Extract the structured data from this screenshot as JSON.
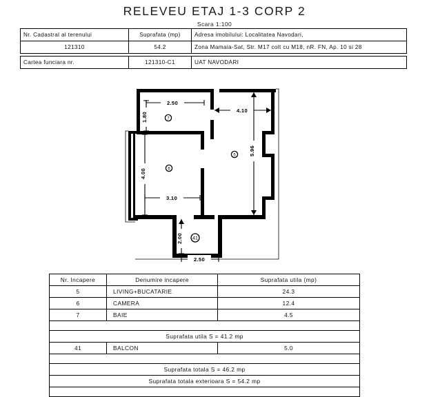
{
  "title": {
    "main": "RELEVEU ETAJ 1-3 CORP 2",
    "subtitle": "Scara 1:100"
  },
  "header_table": {
    "labels": {
      "cadastral": "Nr. Cadastral al terenului",
      "surface": "Suprafata (mp)",
      "address": "Adresa imobilului: Localitatea Navodari,",
      "land_book": "Cartea funciara nr."
    },
    "values": {
      "cadastral": "121310",
      "surface": "54.2",
      "address_line2": "Zona Mamaia-Sat, Str. M17 colt cu M18, nR. FN, Ap. 10 si 28",
      "land_book": "121310-C1",
      "uat": "UAT NAVODARI"
    }
  },
  "plan": {
    "dimensions": {
      "bath_width": "2.50",
      "bath_height": "1.80",
      "living_width": "4.10",
      "living_height": "5.96",
      "camera_height": "4.00",
      "camera_width": "3.10",
      "balcony_height": "2.00",
      "balcony_width": "2.50"
    },
    "markers": {
      "bath": "7",
      "camera": "6",
      "living": "5",
      "balcony": "41"
    }
  },
  "room_table": {
    "headers": {
      "nr": "Nr. Incapere",
      "name": "Denumire incapere",
      "area": "Suprafata utila (mp)"
    },
    "rows": [
      {
        "nr": "5",
        "name": "LIVING+BUCATARIE",
        "area": "24.3"
      },
      {
        "nr": "6",
        "name": "CAMERA",
        "area": "12.4"
      },
      {
        "nr": "7",
        "name": "BAIE",
        "area": "4.5"
      }
    ],
    "usable_total": "Suprafata utila S = 41.2 mp",
    "balcony": {
      "nr": "41",
      "name": "BALCON",
      "area": "5.0"
    },
    "total": "Suprafata totala S = 46.2 mp",
    "total_exterior": "Suprafata totala exterioara S = 54.2 mp"
  }
}
